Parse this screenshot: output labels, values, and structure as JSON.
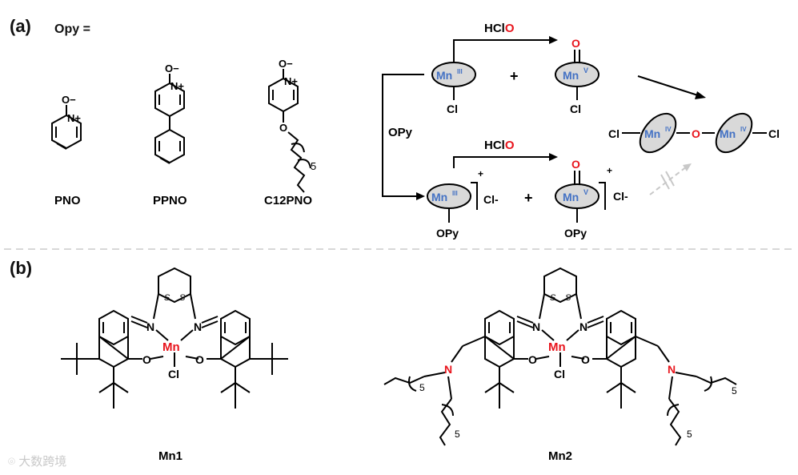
{
  "panel_a": {
    "label": "(a)",
    "opy_title": "Opy =",
    "ligands": [
      "PNO",
      "PPNO",
      "C12PNO"
    ],
    "oxygen_minus": "O−",
    "n_plus": "N+",
    "ring_o": "O",
    "chain_n": "5",
    "reagent": "HClO",
    "reagent_prefix": "HCl",
    "reagent_o": "O",
    "side_reagent": "OPy",
    "plus": "+",
    "metal_iii": "Mn",
    "roman_iii": "III",
    "roman_v": "V",
    "roman_iv": "IV",
    "cl": "Cl",
    "cl_minus": "Cl-",
    "o": "O",
    "opy_axial": "OPy",
    "charge_plus": "+"
  },
  "panel_b": {
    "label": "(b)",
    "mn1_label": "Mn1",
    "mn2_label": "Mn2",
    "stereo": "S",
    "n_label": "N",
    "o_label": "O",
    "mn_label": "Mn",
    "cl_label": "Cl",
    "chain_n": "5"
  },
  "watermark": "大数跨境",
  "colors": {
    "mn_blue": "#4472c4",
    "oxygen_red": "#e8141c",
    "ellipse_fill": "#d9d9d9",
    "bond": "#000000",
    "divider": "#cccccc"
  }
}
